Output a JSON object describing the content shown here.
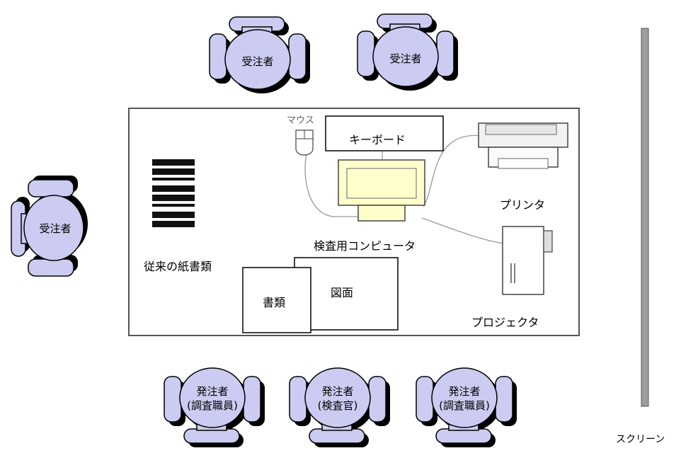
{
  "labels": {
    "keyboard": "キーボード",
    "mouse": "マウス",
    "printer": "プリンタ",
    "computer": "検査用コンピュータ",
    "projector": "プロジェクタ",
    "old_docs": "従来の紙書類",
    "documents": "書類",
    "drawings": "図面",
    "screen": "スクリーン"
  },
  "seats": {
    "top_left": "受注者",
    "top_right": "受注者",
    "left": "受注者",
    "bottom_left": [
      "発注者",
      "(調査職員)"
    ],
    "bottom_center": [
      "発注者",
      "(検査官)"
    ],
    "bottom_right": [
      "発注者",
      "(調査職員)"
    ]
  },
  "colors": {
    "chair_fill": "#ccccf2",
    "chair_shadow": "#000000",
    "monitor_fill": "#ffffcc",
    "device_fill": "#ffffff",
    "screen_fill": "#9e9e9e"
  }
}
